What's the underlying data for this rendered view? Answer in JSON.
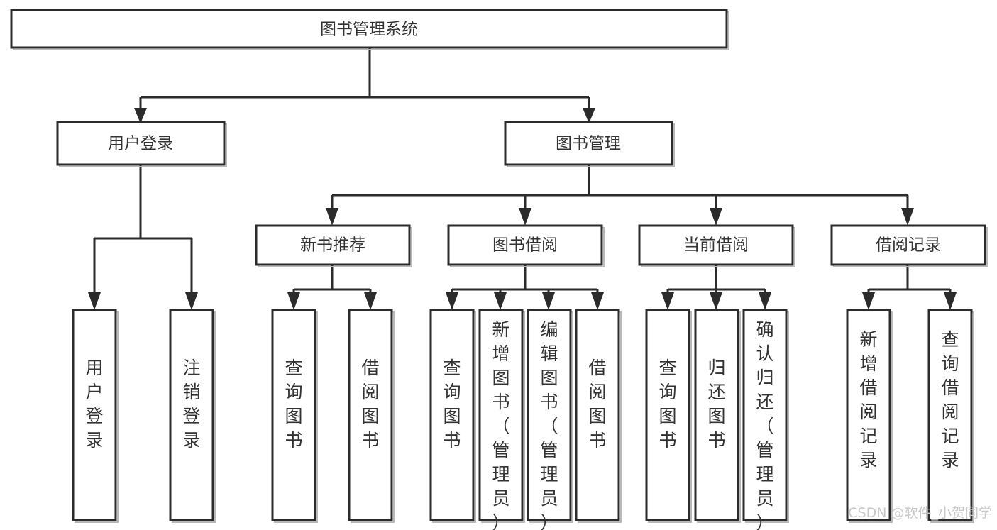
{
  "diagram": {
    "type": "tree-hierarchy-chart",
    "title": "图书管理系统",
    "orientation": "top-down",
    "colors": {
      "box_border": "#2b2b2b",
      "box_fill": "#ffffff",
      "text": "#333333",
      "connector": "#2b2b2b",
      "watermark": "#c8c8c8",
      "background": "#ffffff"
    },
    "root": {
      "label": "图书管理系统"
    },
    "level2": [
      {
        "label": "用户登录"
      },
      {
        "label": "图书管理"
      }
    ],
    "level3": [
      {
        "label": "新书推荐"
      },
      {
        "label": "图书借阅"
      },
      {
        "label": "当前借阅"
      },
      {
        "label": "借阅记录"
      }
    ],
    "leaves": {
      "user_login": [
        {
          "label": "用户登录"
        },
        {
          "label": "注销登录"
        }
      ],
      "new_book_recommend": [
        {
          "label": "查询图书"
        },
        {
          "label": "借阅图书"
        }
      ],
      "book_borrow": [
        {
          "label": "查询图书"
        },
        {
          "label": "新增图书（管理员）"
        },
        {
          "label": "编辑图书（管理员）"
        },
        {
          "label": "借阅图书"
        }
      ],
      "current_borrow": [
        {
          "label": "查询图书"
        },
        {
          "label": "归还图书"
        },
        {
          "label": "确认归还（管理员）"
        }
      ],
      "borrow_record": [
        {
          "label": "新增借阅记录"
        },
        {
          "label": "查询借阅记录"
        }
      ]
    }
  },
  "watermark": {
    "text": "CSDN @软件_小贺同学"
  }
}
